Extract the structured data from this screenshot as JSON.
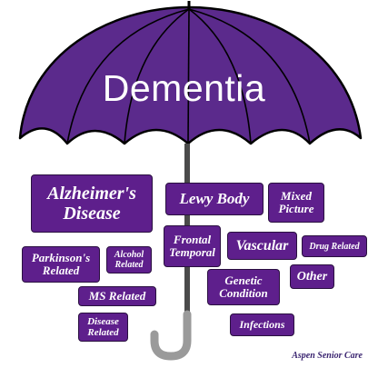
{
  "diagram": {
    "title": "Dementia",
    "credit": "Aspen Senior Care",
    "colors": {
      "canopy": "#5b2a8c",
      "box": "#5e1f8c",
      "shaft": "#4a4a4a",
      "handle": "#9a9a9a",
      "outline": "#000000"
    }
  },
  "categories": [
    {
      "id": "alzheimers",
      "label": "Alzheimer's Disease"
    },
    {
      "id": "lewy-body",
      "label": "Lewy Body"
    },
    {
      "id": "mixed-picture",
      "label": "Mixed Picture"
    },
    {
      "id": "frontal-temporal",
      "label": "Frontal Temporal"
    },
    {
      "id": "vascular",
      "label": "Vascular"
    },
    {
      "id": "drug-related",
      "label": "Drug Related"
    },
    {
      "id": "parkinsons-related",
      "label": "Parkinson's Related"
    },
    {
      "id": "alcohol-related",
      "label": "Alcohol Related"
    },
    {
      "id": "genetic-condition",
      "label": "Genetic Condition"
    },
    {
      "id": "other",
      "label": "Other"
    },
    {
      "id": "ms-related",
      "label": "MS Related"
    },
    {
      "id": "disease-related",
      "label": "Disease Related"
    },
    {
      "id": "infections",
      "label": "Infections"
    }
  ]
}
